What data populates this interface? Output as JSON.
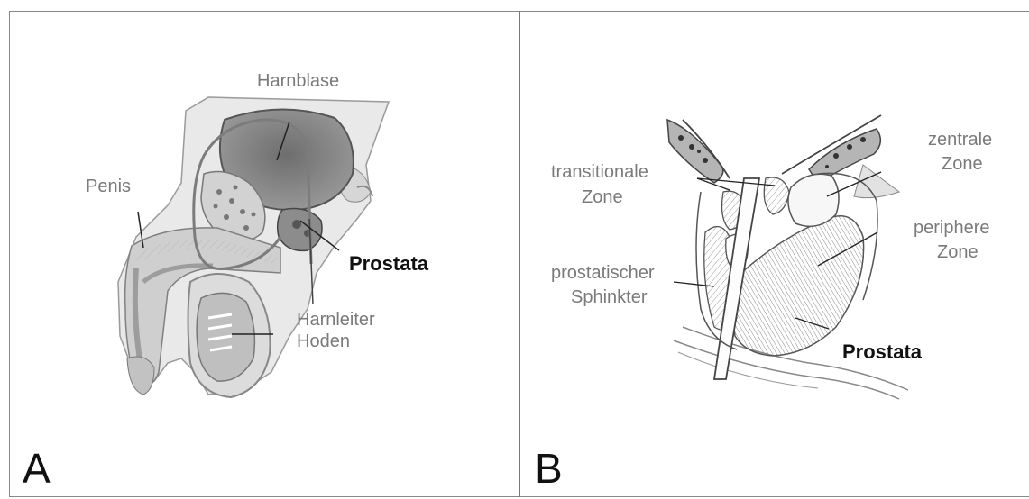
{
  "panels": [
    {
      "letter": "A",
      "labels": {
        "harnblase": "Harnblase",
        "penis": "Penis",
        "prostata": "Prostata",
        "harnleiter": "Harnleiter",
        "hoden": "Hoden"
      }
    },
    {
      "letter": "B",
      "labels": {
        "transitional_1": "transitionale",
        "transitional_2": "Zone",
        "zentrale_1": "zentrale",
        "zentrale_2": "Zone",
        "periphere_1": "periphere",
        "periphere_2": "Zone",
        "sphinkter_1": "prostatischer",
        "sphinkter_2": "Sphinkter",
        "prostata": "Prostata"
      }
    }
  ]
}
